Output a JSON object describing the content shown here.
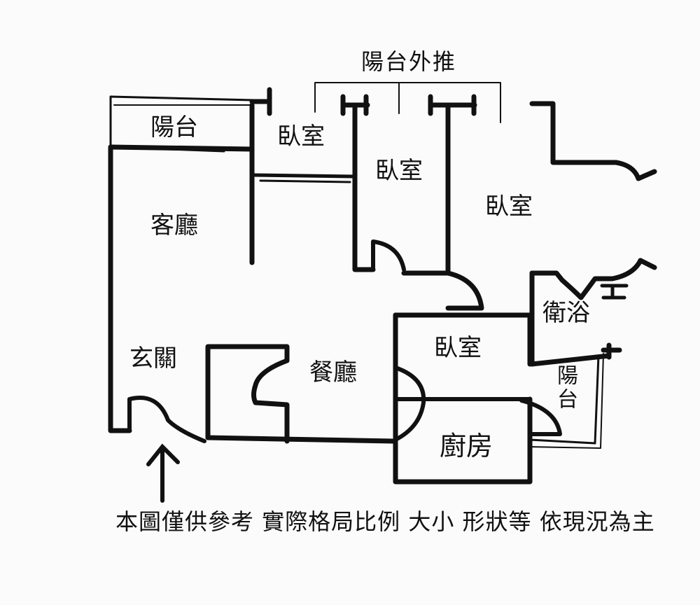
{
  "plan": {
    "ink": "#111111",
    "labels": {
      "balcony_ext": "陽台外推",
      "balcony_top": "陽台",
      "bedroom_1": "臥室",
      "bedroom_2": "臥室",
      "bedroom_3": "臥室",
      "living": "客廳",
      "entrance": "玄關",
      "dining": "餐廳",
      "bedroom_4": "臥室",
      "bath": "衛浴",
      "balcony_side": "陽台",
      "kitchen": "廚房"
    },
    "note": "本圖僅供參考 實際格局比例 大小 形狀等 依現況為主",
    "entry_arrow": "arrow-up-icon"
  }
}
